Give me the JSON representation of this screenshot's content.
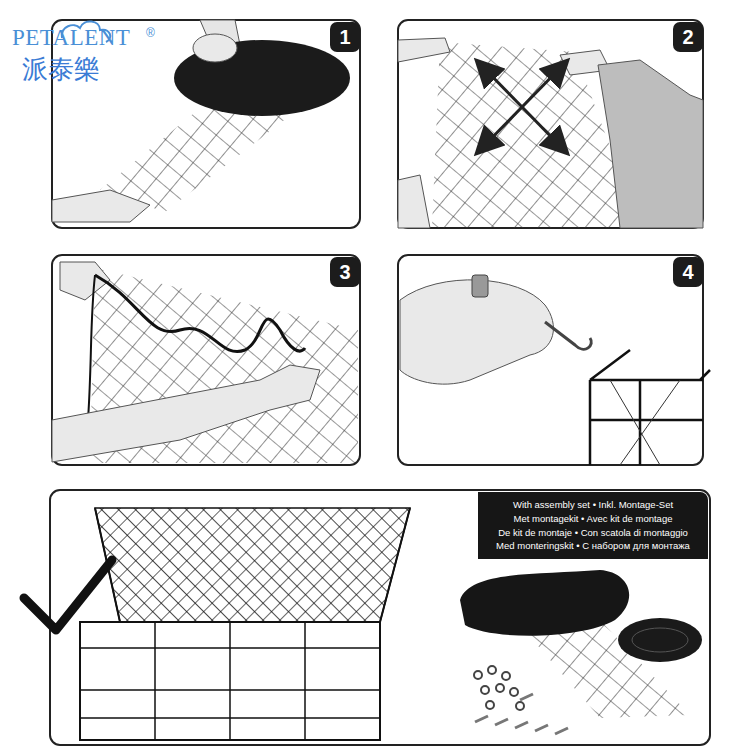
{
  "diagram": {
    "nodes": [
      {
        "text": [
          "1"
        ]
      },
      {
        "text": [
          "2"
        ]
      },
      {
        "text": [
          "3"
        ]
      },
      {
        "text": [
          "4"
        ]
      },
      {
        "text": [
          "With assembly set • Inkl. Montage-Set",
          "Met montagekit • Avec kit de montage",
          "De kit de montaje • Con scatola di montaggio",
          "Med monteringskit • С набором для монтажа"
        ]
      }
    ],
    "labels": [
      "PETALENT",
      "®",
      "派泰樂"
    ]
  }
}
